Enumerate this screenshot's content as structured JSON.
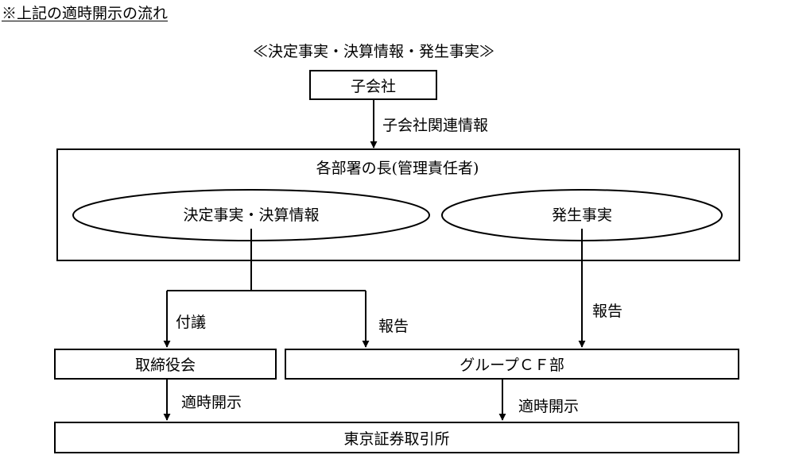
{
  "heading": "※上記の適時開示の流れ",
  "categories": "≪決定事実・決算情報・発生事実≫",
  "nodes": {
    "subsidiary": "子会社",
    "department_heads": "各部署の長(管理責任者)",
    "decision_facts": "決定事実・決算情報",
    "occurrence_facts": "発生事実",
    "board": "取締役会",
    "group_cf": "グループＣＦ部",
    "tse": "東京証券取引所"
  },
  "edge_labels": {
    "subsidiary_info": "子会社関連情報",
    "deliberation": "付議",
    "report_left": "報告",
    "report_right": "報告",
    "disclosure_left": "適時開示",
    "disclosure_right": "適時開示"
  }
}
